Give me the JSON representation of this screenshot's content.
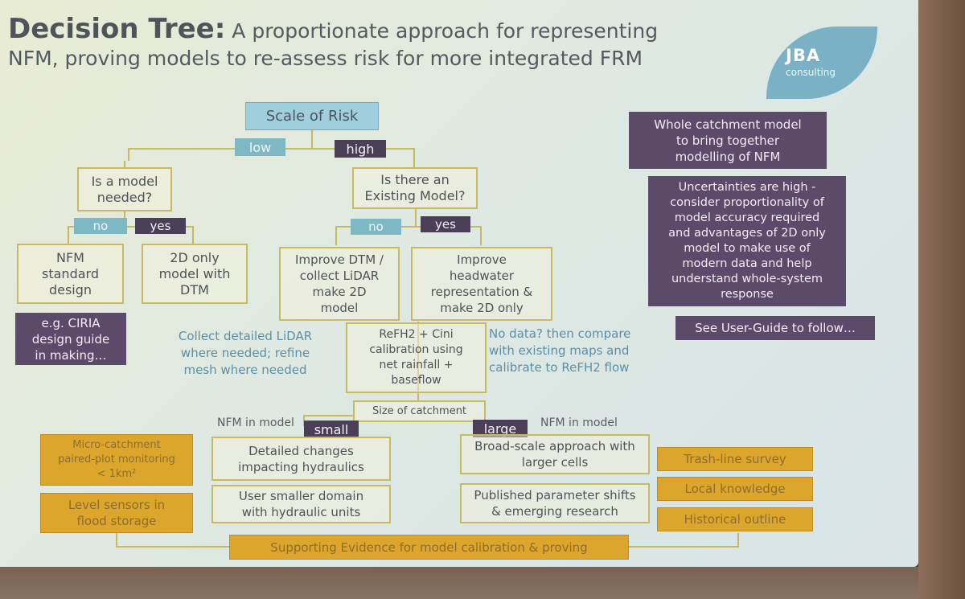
{
  "title": {
    "bold": "Decision Tree:",
    "rest": "A proportionate approach for representing",
    "line2": "NFM, proving models to re-assess risk for more integrated FRM"
  },
  "logo": {
    "name": "JBA",
    "sub": "consulting"
  },
  "nodes": {
    "scale_of_risk": "Scale of Risk",
    "model_needed": "Is a model\nneeded?",
    "existing_model": "Is there an\nExisting Model?",
    "nfm_standard": "NFM\nstandard\ndesign",
    "model_2d_dtm": "2D only\nmodel with\nDTM",
    "improve_dtm": "Improve DTM /\ncollect LiDAR\nmake 2D\nmodel",
    "improve_headwater": "Improve\nheadwater\nrepresentation &\nmake 2D only",
    "refh2": "ReFH2 + Cini\ncalibration using\nnet rainfall +\nbaseflow",
    "size_of_catchment": "Size of catchment",
    "detailed_changes": "Detailed changes\nimpacting  hydraulics",
    "user_smaller_domain": "User smaller domain\nwith hydraulic units",
    "broad_scale": "Broad-scale approach with\nlarger cells",
    "published_shifts": "Published parameter shifts\n& emerging research",
    "supporting_evidence": "Supporting Evidence for model calibration & proving"
  },
  "tags": {
    "low": "low",
    "high": "high",
    "no_left": "no",
    "yes_left": "yes",
    "no_right": "no",
    "yes_right": "yes",
    "small": "small",
    "large": "large"
  },
  "labels": {
    "nfm_in_model_left": "NFM in model",
    "nfm_in_model_right": "NFM in model"
  },
  "notes": {
    "collect_lidar": "Collect detailed LiDAR\nwhere needed; refine\nmesh where needed",
    "no_data": "No data? then compare\nwith existing maps and\ncalibrate to ReFH2 flow"
  },
  "side_boxes": {
    "ciria": "e.g. CIRIA\ndesign guide\nin making…",
    "whole_catchment": "Whole catchment model\nto bring together\nmodelling of NFM",
    "uncertainties": "Uncertainties are high -\nconsider proportionality of\nmodel accuracy required\nand advantages of 2D only\nmodel to make use of\nmodern data and help\nunderstand whole-system\nresponse",
    "user_guide": "See User-Guide to follow…"
  },
  "evidence": {
    "micro_catchment": "Micro-catchment\npaired-plot monitoring\n< 1km²",
    "level_sensors": "Level sensors in\nflood storage",
    "trash_line": "Trash-line survey",
    "local_knowledge": "Local knowledge",
    "historical_outline": "Historical outline"
  },
  "colors": {
    "connector": "#c7ba62",
    "purple": "#5c4a6b",
    "gold": "#dca52c",
    "teal": "#7eb8c4",
    "logo": "#7ab1c5"
  }
}
